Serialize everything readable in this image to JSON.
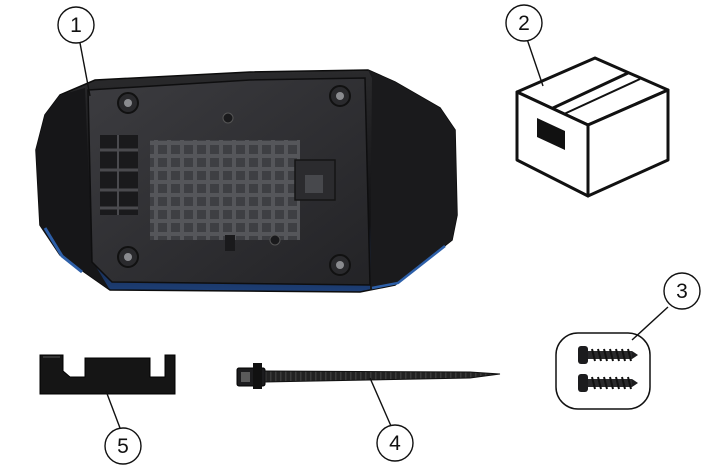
{
  "figure": {
    "callouts": [
      {
        "number": "1",
        "part": "enclosure-bottom-shell"
      },
      {
        "number": "2",
        "part": "cardboard-box"
      },
      {
        "number": "3",
        "part": "screws"
      },
      {
        "number": "4",
        "part": "cable-tie"
      },
      {
        "number": "5",
        "part": "mounting-plate"
      }
    ],
    "colors": {
      "plastic": "#1c1c1e",
      "plastic_inner": "#3a3a3d",
      "edge_highlight": "#2d5fa8",
      "metal": "#151515",
      "line": "#111111"
    }
  }
}
